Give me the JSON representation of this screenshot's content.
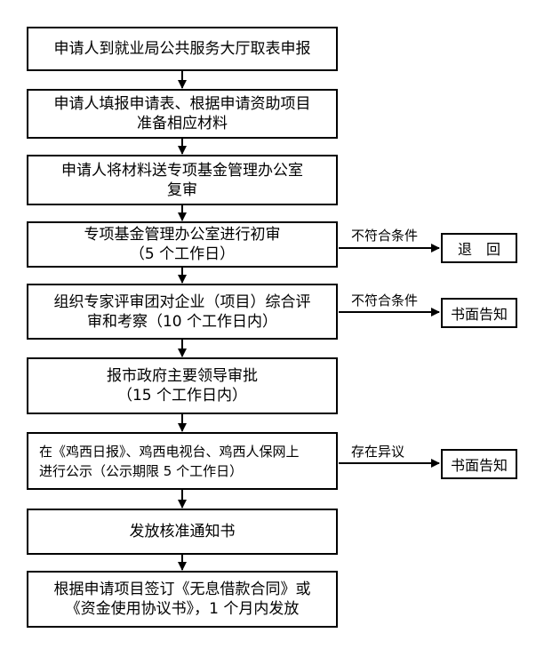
{
  "steps": [
    {
      "lines": [
        "申请人到就业局公共服务大厅取表申报"
      ]
    },
    {
      "lines": [
        "申请人填报申请表、根据申请资助项目",
        "准备相应材料"
      ]
    },
    {
      "lines": [
        "申请人将材料送专项基金管理办公室",
        "复审"
      ]
    },
    {
      "lines": [
        "专项基金管理办公室进行初审",
        "（5 个工作日）"
      ]
    },
    {
      "lines": [
        "组织专家评审团对企业（项目）综合评",
        "审和考察（10 个工作日内）"
      ]
    },
    {
      "lines": [
        "报市政府主要领导审批",
        "（15 个工作日内）"
      ]
    },
    {
      "lines": [
        "在《鸡西日报》、鸡西电视台、鸡西人保网上",
        "进行公示（公示期限 5 个工作日）"
      ]
    },
    {
      "lines": [
        "发放核准通知书"
      ]
    },
    {
      "lines": [
        "根据申请项目签订《无息借款合同》或",
        "《资金使用协议书》，1 个月内发放"
      ]
    }
  ],
  "branches": [
    {
      "condition": "不符合条件",
      "result": "退　回"
    },
    {
      "condition": "不符合条件",
      "result": "书面告知"
    },
    {
      "condition": "存在异议",
      "result": "书面告知"
    }
  ]
}
